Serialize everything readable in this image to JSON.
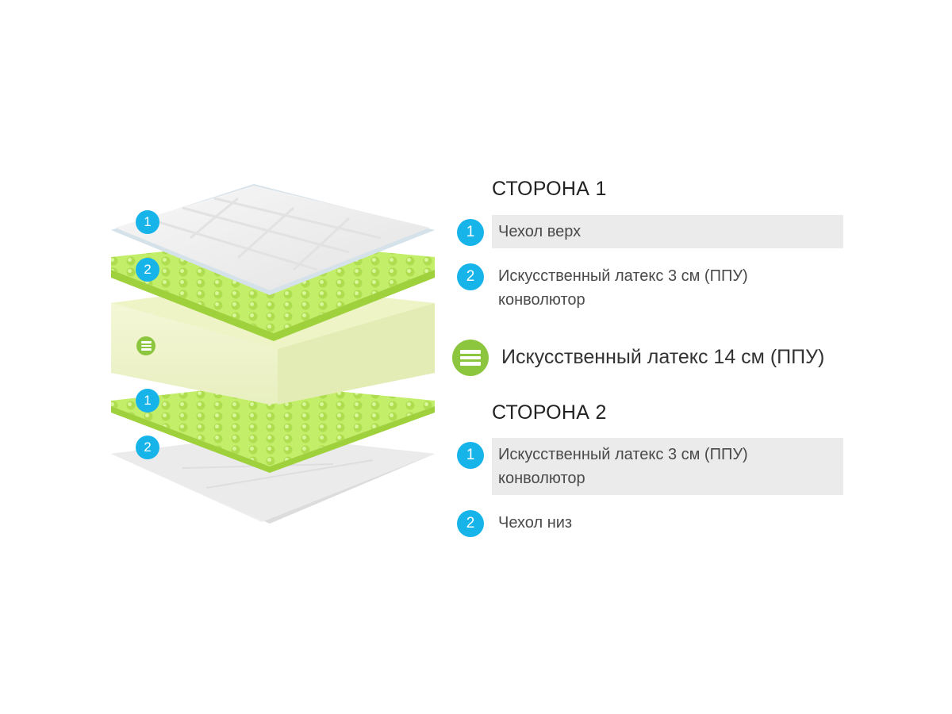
{
  "colors": {
    "marker": "#17b4ea",
    "core_icon": "#8cc63f",
    "convoluted_foam": "#c3ee6a",
    "latex_core": "#f3f7d2",
    "row_highlight": "#ebebeb"
  },
  "illustration": {
    "markers": [
      {
        "number": "1",
        "layer": "top-cover"
      },
      {
        "number": "2",
        "layer": "top-convoluted-foam"
      },
      {
        "icon": "layers-icon",
        "layer": "latex-core"
      },
      {
        "number": "1",
        "layer": "bottom-convoluted-foam"
      },
      {
        "number": "2",
        "layer": "bottom-cover"
      }
    ]
  },
  "side1": {
    "title": "СТОРОНА 1",
    "items": [
      {
        "number": "1",
        "text": "Чехол верх",
        "highlighted": true
      },
      {
        "number": "2",
        "line1": "Искусственный латекс 3 см (ППУ)",
        "line2": "конволютор",
        "highlighted": false
      }
    ]
  },
  "core": {
    "icon": "layers-icon",
    "text": "Искусственный латекс 14 см (ППУ)"
  },
  "side2": {
    "title": "СТОРОНА 2",
    "items": [
      {
        "number": "1",
        "line1": "Искусственный латекс 3 см (ППУ)",
        "line2": "конволютор",
        "highlighted": true
      },
      {
        "number": "2",
        "text": "Чехол низ",
        "highlighted": false
      }
    ]
  }
}
